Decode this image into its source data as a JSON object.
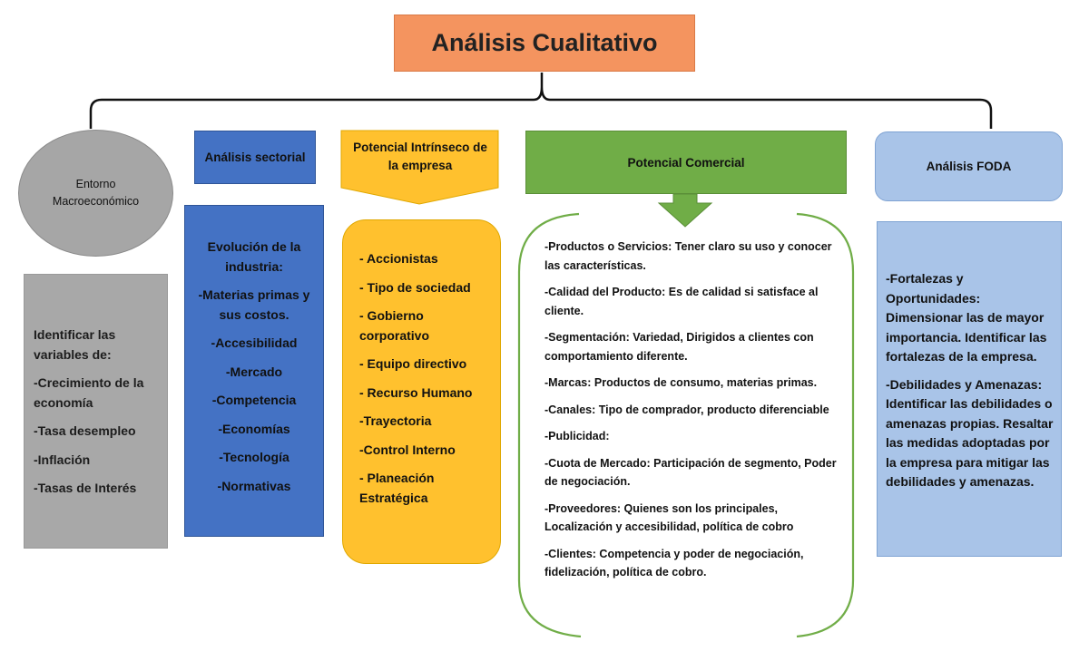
{
  "title": "Análisis Cualitativo",
  "colors": {
    "title_bg": "#f4945f",
    "gray": "#a8a8a8",
    "blue": "#4472c4",
    "gold": "#ffc12e",
    "green": "#70ad47",
    "light_blue": "#a9c4e8"
  },
  "entorno": {
    "head": "Entorno Macroeconómico",
    "items": [
      "Identificar las variables de:",
      "-Crecimiento de la economía",
      "-Tasa desempleo",
      "-Inflación",
      "-Tasas de Interés"
    ]
  },
  "sectorial": {
    "head": "Análisis sectorial",
    "items": [
      "Evolución de la industria:",
      "-Materias primas y sus costos.",
      "-Accesibilidad",
      "-Mercado",
      "-Competencia",
      "-Economías",
      "-Tecnología",
      "-Normativas"
    ]
  },
  "intrinseco": {
    "head": "Potencial Intrínseco de la empresa",
    "items": [
      "- Accionistas",
      "- Tipo de sociedad",
      "- Gobierno corporativo",
      "- Equipo directivo",
      "- Recurso Humano",
      "-Trayectoria",
      "-Control Interno",
      "- Planeación Estratégica"
    ]
  },
  "comercial": {
    "head": "Potencial Comercial",
    "items": [
      "-Productos o Servicios: Tener claro su uso y conocer las características.",
      "-Calidad del Producto: Es de calidad si satisface al cliente.",
      "-Segmentación: Variedad, Dirigidos a clientes con comportamiento diferente.",
      "-Marcas: Productos de consumo, materias primas.",
      "-Canales: Tipo de comprador, producto diferenciable",
      "-Publicidad:",
      "-Cuota de Mercado: Participación de segmento, Poder de negociación.",
      "-Proveedores: Quienes son los principales, Localización y accesibilidad, política de cobro",
      "-Clientes: Competencia y poder de negociación, fidelización, política de cobro."
    ]
  },
  "foda": {
    "head": "Análisis FODA",
    "items": [
      "-Fortalezas y Oportunidades: Dimensionar las de mayor importancia. Identificar las fortalezas de la empresa.",
      "-Debilidades y Amenazas: Identificar las debilidades o amenazas propias. Resaltar las medidas adoptadas por la empresa para mitigar las debilidades y amenazas."
    ]
  }
}
